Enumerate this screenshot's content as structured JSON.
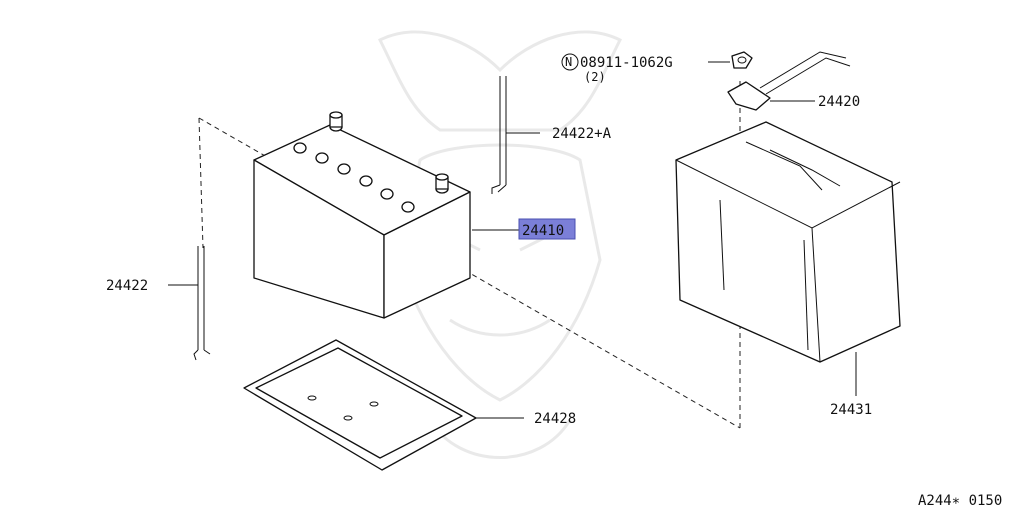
{
  "diagram": {
    "highlight_color": "#7b7fd8",
    "parts": {
      "nut_code_symbol": "N",
      "nut_code": "08911-1062G",
      "nut_qty": "(2)",
      "holddown": "24420",
      "rod_a": "24422+A",
      "battery": "24410",
      "rod": "24422",
      "tray": "24428",
      "cover": "24431"
    },
    "figure_code": "A244∗ 0150"
  }
}
